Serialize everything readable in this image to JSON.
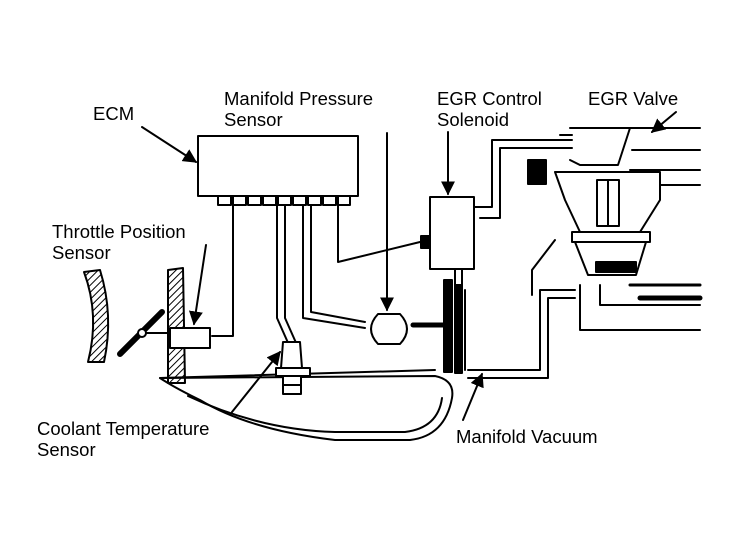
{
  "labels": {
    "ecm": "ECM",
    "manifold_pressure_sensor": [
      "Manifold Pressure",
      "Sensor"
    ],
    "egr_control_solenoid": [
      "EGR Control",
      "Solenoid"
    ],
    "egr_valve": "EGR Valve",
    "throttle_position_sensor": [
      "Throttle Position",
      "Sensor"
    ],
    "coolant_temperature_sensor": [
      "Coolant Temperature",
      "Sensor"
    ],
    "manifold_vacuum": "Manifold Vacuum"
  },
  "colors": {
    "ink": "#000000",
    "paper": "#ffffff"
  }
}
